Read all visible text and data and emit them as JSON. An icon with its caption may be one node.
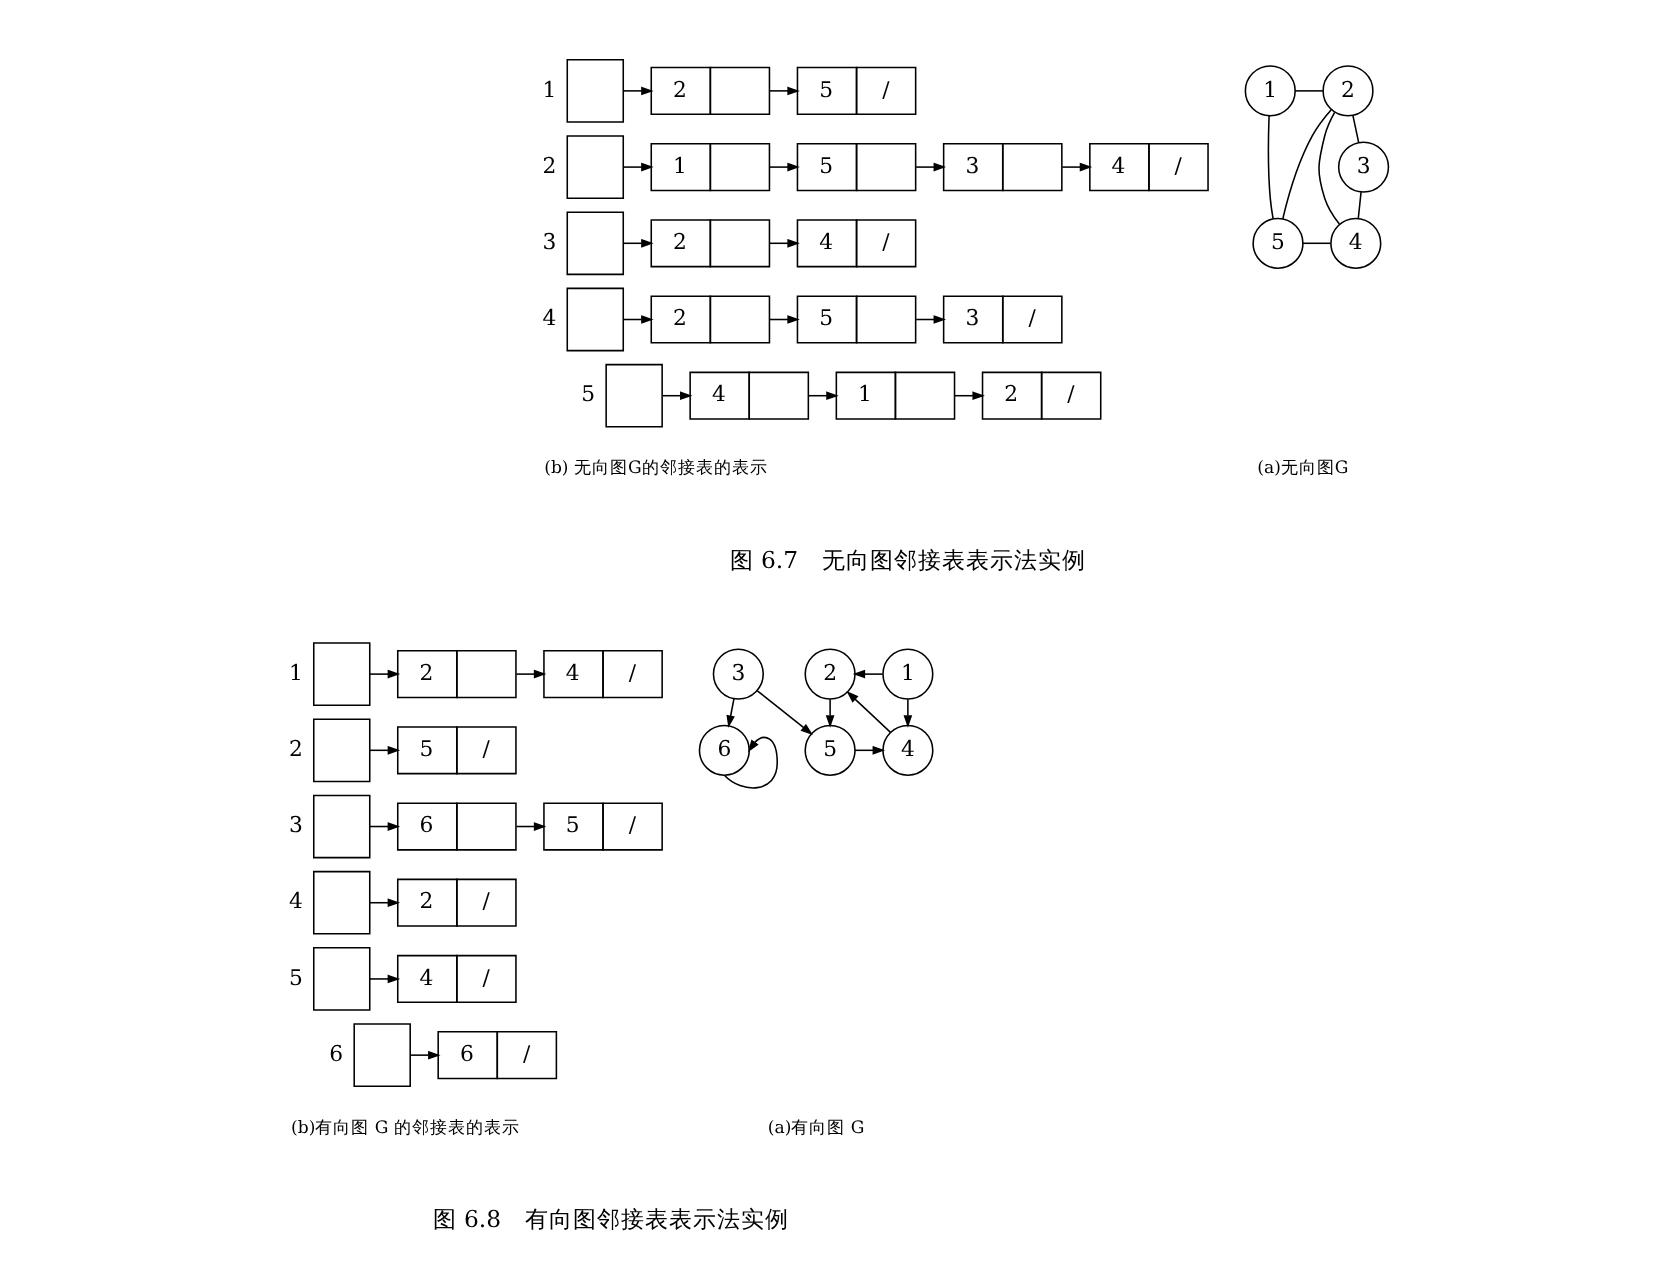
{
  "diagram": {
    "nodes": [
      {
        "text": [
          "1"
        ]
      },
      {
        "text": [
          "2"
        ]
      },
      {
        "text": [
          "3"
        ]
      },
      {
        "text": [
          "4"
        ]
      },
      {
        "text": [
          "5"
        ]
      },
      {
        "text": [],
        "shape": "box",
        "beside": [
          "1"
        ]
      },
      {
        "text": [],
        "shape": "box",
        "beside": [
          "2"
        ]
      },
      {
        "text": [],
        "shape": "box",
        "beside": [
          "3"
        ]
      },
      {
        "text": [],
        "shape": "box",
        "beside": [
          "4"
        ]
      },
      {
        "text": [],
        "shape": "box",
        "beside": [
          "5"
        ]
      },
      {
        "text": [
          "2"
        ]
      },
      {
        "text": [
          "5",
          "/"
        ]
      },
      {
        "text": [
          "1"
        ]
      },
      {
        "text": [
          "5"
        ]
      },
      {
        "text": [
          "3"
        ]
      },
      {
        "text": [
          "4",
          "/"
        ]
      },
      {
        "text": [
          "2"
        ]
      },
      {
        "text": [
          "4",
          "/"
        ]
      },
      {
        "text": [
          "2"
        ]
      },
      {
        "text": [
          "5"
        ]
      },
      {
        "text": [
          "3",
          "/"
        ]
      },
      {
        "text": [
          "4"
        ]
      },
      {
        "text": [
          "1"
        ]
      },
      {
        "text": [
          "2",
          "/"
        ]
      },
      {
        "text": [
          "1"
        ]
      },
      {
        "text": [
          "2"
        ]
      },
      {
        "text": [
          "3"
        ]
      },
      {
        "text": [
          "4"
        ]
      },
      {
        "text": [
          "5"
        ]
      },
      {
        "text": [
          "6"
        ]
      },
      {
        "text": [],
        "shape": "box",
        "beside": [
          "1"
        ]
      },
      {
        "text": [],
        "shape": "box",
        "beside": [
          "2"
        ]
      },
      {
        "text": [],
        "shape": "box",
        "beside": [
          "3"
        ]
      },
      {
        "text": [],
        "shape": "box",
        "beside": [
          "4"
        ]
      },
      {
        "text": [],
        "shape": "box",
        "beside": [
          "5"
        ]
      },
      {
        "text": [],
        "shape": "box",
        "beside": [
          "6"
        ]
      },
      {
        "text": [
          "2"
        ]
      },
      {
        "text": [
          "4",
          "/"
        ]
      },
      {
        "text": [
          "5",
          "/"
        ]
      },
      {
        "text": [
          "6"
        ]
      },
      {
        "text": [
          "5",
          "/"
        ]
      },
      {
        "text": [
          "2",
          "/"
        ]
      },
      {
        "text": [
          "4",
          "/"
        ]
      },
      {
        "text": [
          "6",
          "/"
        ]
      }
    ],
    "edges": [
      {
        "from": 0,
        "to": 1,
        "arrow": "none"
      },
      {
        "from": 0,
        "to": 4,
        "arrow": "none"
      },
      {
        "from": 1,
        "to": 4,
        "arrow": "none"
      },
      {
        "from": 1,
        "to": 3,
        "arrow": "none"
      },
      {
        "from": 1,
        "to": 2,
        "arrow": "none"
      },
      {
        "from": 2,
        "to": 3,
        "arrow": "none"
      },
      {
        "from": 4,
        "to": 3,
        "arrow": "none"
      },
      {
        "from": 5,
        "to": 10,
        "arrow": "to"
      },
      {
        "from": 10,
        "to": 11,
        "arrow": "to"
      },
      {
        "from": 6,
        "to": 12,
        "arrow": "to"
      },
      {
        "from": 12,
        "to": 13,
        "arrow": "to"
      },
      {
        "from": 13,
        "to": 14,
        "arrow": "to"
      },
      {
        "from": 14,
        "to": 15,
        "arrow": "to"
      },
      {
        "from": 7,
        "to": 16,
        "arrow": "to"
      },
      {
        "from": 16,
        "to": 17,
        "arrow": "to"
      },
      {
        "from": 8,
        "to": 18,
        "arrow": "to"
      },
      {
        "from": 18,
        "to": 19,
        "arrow": "to"
      },
      {
        "from": 19,
        "to": 20,
        "arrow": "to"
      },
      {
        "from": 9,
        "to": 21,
        "arrow": "to"
      },
      {
        "from": 21,
        "to": 22,
        "arrow": "to"
      },
      {
        "from": 22,
        "to": 23,
        "arrow": "to"
      },
      {
        "from": 24,
        "to": 25,
        "arrow": "to"
      },
      {
        "from": 24,
        "to": 27,
        "arrow": "to"
      },
      {
        "from": 27,
        "to": 25,
        "arrow": "to"
      },
      {
        "from": 25,
        "to": 28,
        "arrow": "to"
      },
      {
        "from": 26,
        "to": 28,
        "arrow": "to"
      },
      {
        "from": 28,
        "to": 27,
        "arrow": "to"
      },
      {
        "from": 26,
        "to": 29,
        "arrow": "to"
      },
      {
        "from": 29,
        "to": 29,
        "arrow": "to"
      },
      {
        "from": 30,
        "to": 36,
        "arrow": "to"
      },
      {
        "from": 36,
        "to": 37,
        "arrow": "to"
      },
      {
        "from": 31,
        "to": 38,
        "arrow": "to"
      },
      {
        "from": 32,
        "to": 39,
        "arrow": "to"
      },
      {
        "from": 39,
        "to": 40,
        "arrow": "to"
      },
      {
        "from": 33,
        "to": 41,
        "arrow": "to"
      },
      {
        "from": 34,
        "to": 42,
        "arrow": "to"
      },
      {
        "from": 35,
        "to": 43,
        "arrow": "to"
      }
    ],
    "labels": [
      "(a)无向图G",
      "(b) 无向图G的邻接表的表示",
      "图 6.7　无向图邻接表表示法实例",
      "(a)有向图 G",
      "(b)有向图 G 的邻接表的表示",
      "图 6.8　有向图邻接表表示法实例"
    ]
  }
}
